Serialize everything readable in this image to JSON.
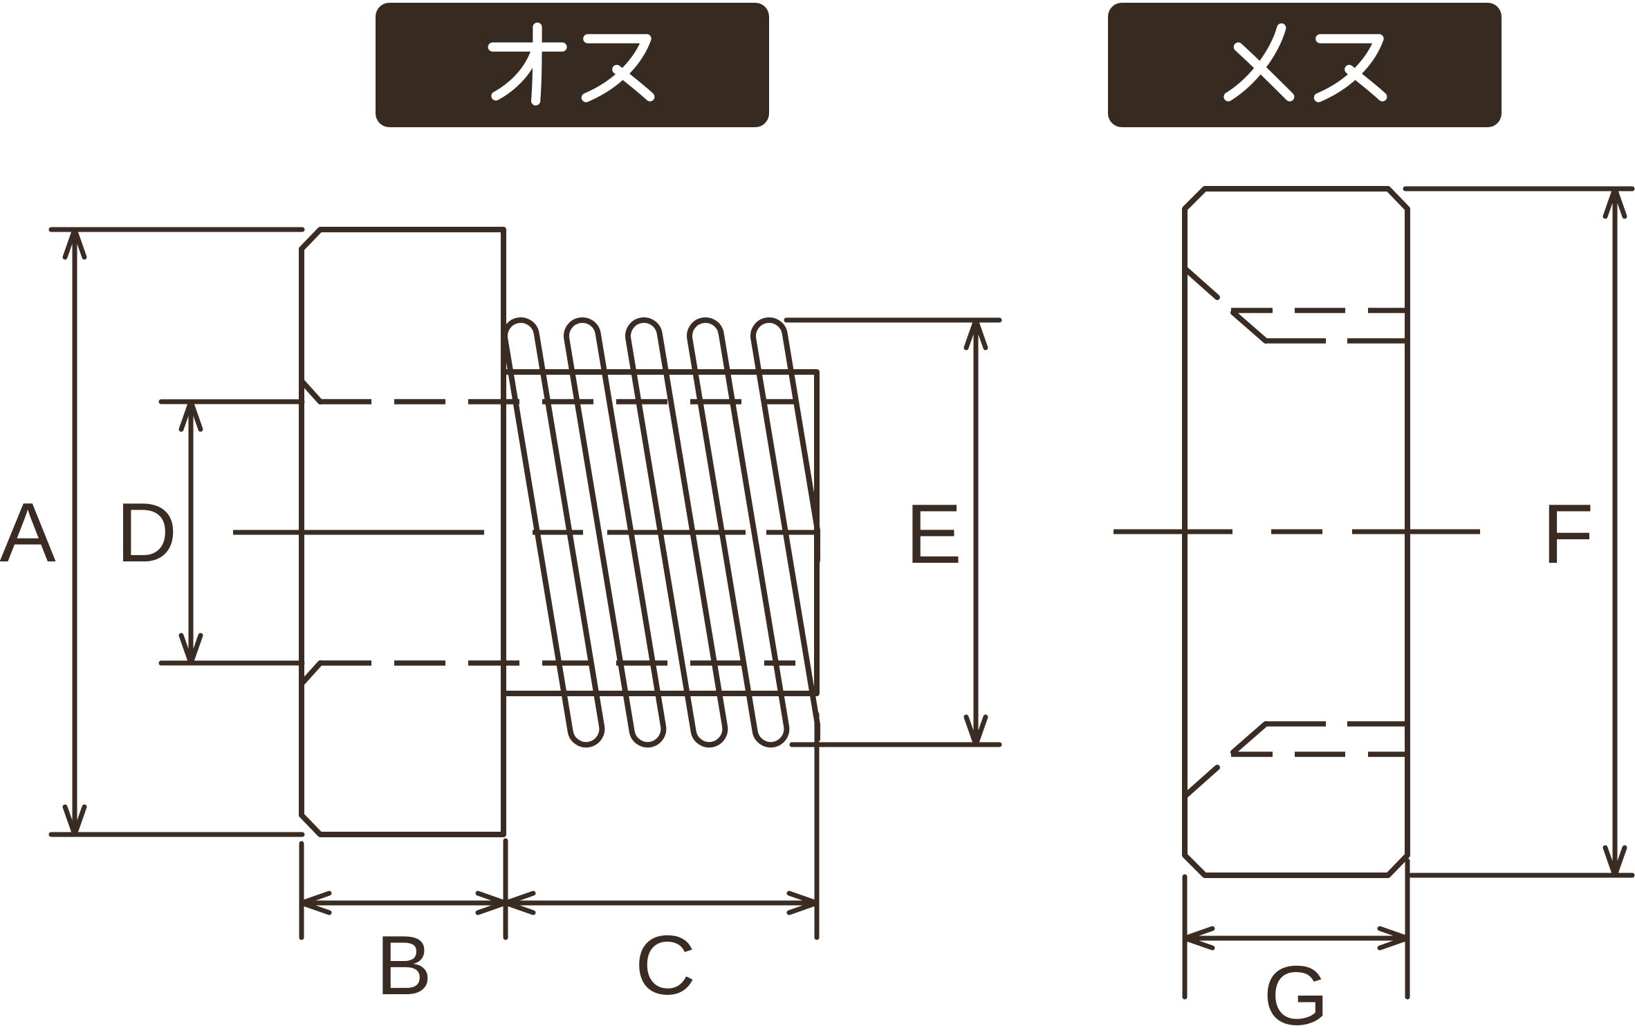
{
  "title_badges": {
    "male": "オス",
    "female": "メス"
  },
  "dimension_labels": {
    "a": "A",
    "b": "B",
    "c": "C",
    "d": "D",
    "e": "E",
    "f": "F",
    "g": "G"
  },
  "colors": {
    "ink": "#3a2c22",
    "badge_bg": "#372b21",
    "badge_text": "#ffffff",
    "background": "#ffffff"
  }
}
